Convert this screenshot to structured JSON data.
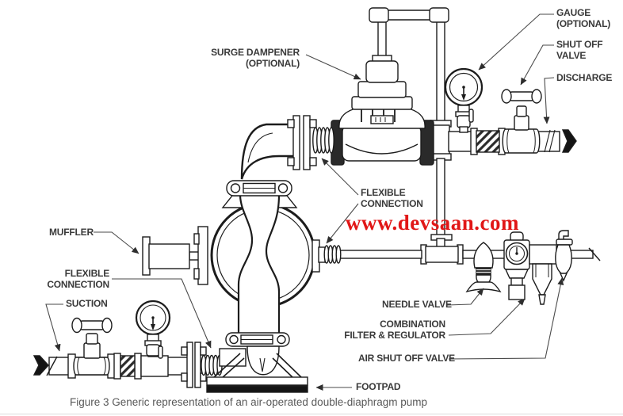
{
  "figure": {
    "caption": "Figure 3 Generic representation of an air-operated double-diaphragm pump",
    "watermark": "www.devsaan.com"
  },
  "labels": {
    "surge_dampener": [
      "SURGE DAMPENER",
      "(OPTIONAL)"
    ],
    "gauge": [
      "GAUGE",
      "(OPTIONAL)"
    ],
    "shut_off_valve": [
      "SHUT OFF",
      "VALVE"
    ],
    "discharge": [
      "DISCHARGE"
    ],
    "flexible_connection_upper": [
      "FLEXIBLE",
      "CONNECTION"
    ],
    "muffler": [
      "MUFFLER"
    ],
    "flexible_connection_lower": [
      "FLEXIBLE",
      "CONNECTION"
    ],
    "suction": [
      "SUCTION"
    ],
    "needle_valve": [
      "NEEDLE VALVE"
    ],
    "combination_filter_regulator": [
      "COMBINATION",
      "FILTER & REGULATOR"
    ],
    "air_shut_off_valve": [
      "AIR SHUT OFF VALVE"
    ],
    "footpad": [
      "FOOTPAD"
    ]
  },
  "colors": {
    "line": "#1c1c1c",
    "label_text": "#3a3a3a",
    "leader": "#4a4a4a",
    "watermark_red": "#e11717",
    "caption_gray": "#595959",
    "footpad_black": "#141414"
  }
}
